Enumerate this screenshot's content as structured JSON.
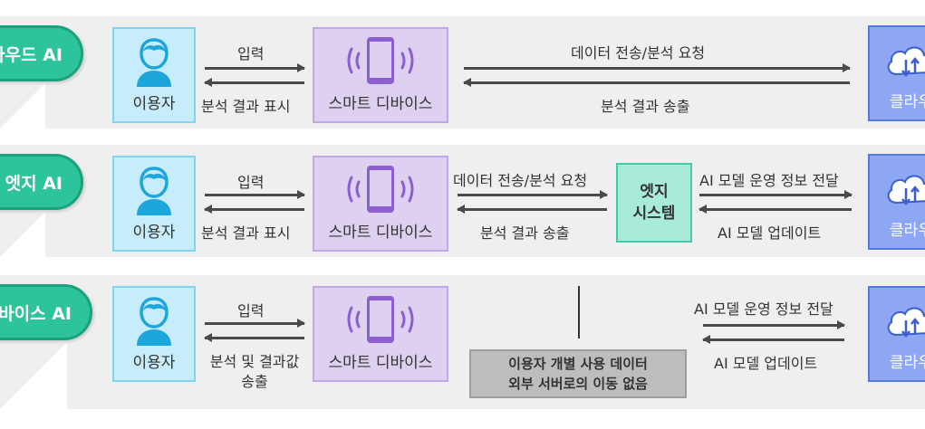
{
  "rows": [
    {
      "pill": "라우드 AI",
      "user": "이용자",
      "device": "스마트 디바이스",
      "input": "입력",
      "result": "분석 결과 표시",
      "to_server": "데이터 전송/분석 요청",
      "from_server": "분석 결과 송출",
      "cloud": "클라우드"
    },
    {
      "pill": "엣지 AI",
      "user": "이용자",
      "device": "스마트 디바이스",
      "input": "입력",
      "result": "분석 결과 표시",
      "to_edge": "데이터 전송/분석 요청",
      "from_edge": "분석 결과 송출",
      "edge_line1": "엣지",
      "edge_line2": "시스템",
      "to_cloud": "AI 모델 운영 정보 전달",
      "from_cloud": "AI 모델 업데이트",
      "cloud": "클라우드"
    },
    {
      "pill": "디바이스 AI",
      "user": "이용자",
      "device": "스마트 디바이스",
      "input": "입력",
      "result_line1": "분석 및 결과값",
      "result_line2": "송출",
      "note_line1": "이용자 개별 사용 데이터",
      "note_line2": "외부 서버로의 이동 없음",
      "to_cloud": "AI 모델 운영 정보 전달",
      "from_cloud": "AI 모델 업데이트",
      "cloud": "클라우드"
    }
  ]
}
